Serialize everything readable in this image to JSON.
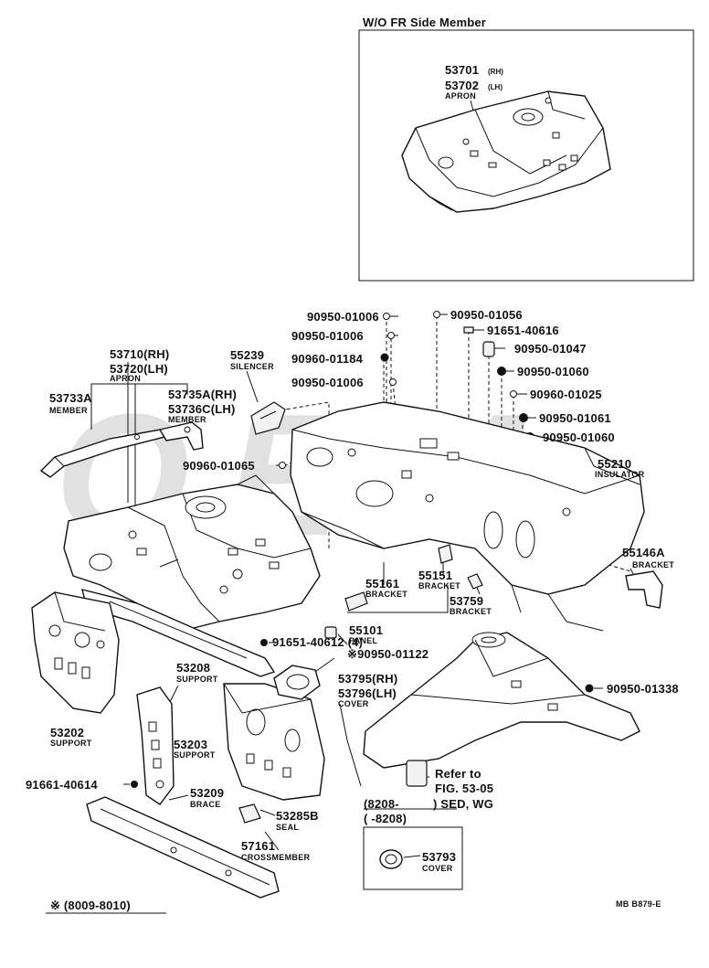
{
  "inset": {
    "title": "W/O FR Side Member",
    "part_rh": "53701",
    "part_lh": "53702",
    "rh": "(RH)",
    "lh": "(LH)",
    "name": "APRON"
  },
  "watermark": "OEM",
  "labels": [
    {
      "id": "p-53710",
      "text": "53710(RH)"
    },
    {
      "id": "p-53720",
      "text": "53720(LH)"
    },
    {
      "id": "n-53710",
      "text": "APRON"
    },
    {
      "id": "p-53733A",
      "text": "53733A"
    },
    {
      "id": "n-53733A",
      "text": "MEMBER"
    },
    {
      "id": "p-53735A",
      "text": "53735A(RH)"
    },
    {
      "id": "p-53736C",
      "text": "53736C(LH)"
    },
    {
      "id": "n-53735A",
      "text": "MEMBER"
    },
    {
      "id": "p-55239",
      "text": "55239"
    },
    {
      "id": "n-55239",
      "text": "SILENCER"
    },
    {
      "id": "f-01006a",
      "text": "90950-01006"
    },
    {
      "id": "f-01006b",
      "text": "90950-01006"
    },
    {
      "id": "f-01184",
      "text": "90960-01184"
    },
    {
      "id": "f-01006c",
      "text": "90950-01006"
    },
    {
      "id": "f-01065",
      "text": "90960-01065"
    },
    {
      "id": "f-01056",
      "text": "90950-01056"
    },
    {
      "id": "f-40616",
      "text": "91651-40616"
    },
    {
      "id": "f-01047",
      "text": "90950-01047"
    },
    {
      "id": "f-01060a",
      "text": "90950-01060"
    },
    {
      "id": "f-01025",
      "text": "90960-01025"
    },
    {
      "id": "f-01061",
      "text": "90950-01061"
    },
    {
      "id": "f-01060b",
      "text": "90950-01060"
    },
    {
      "id": "p-55210",
      "text": "55210"
    },
    {
      "id": "n-55210",
      "text": "INSULATOR"
    },
    {
      "id": "p-55146A",
      "text": "55146A"
    },
    {
      "id": "n-55146A",
      "text": "BRACKET"
    },
    {
      "id": "p-55161",
      "text": "55161"
    },
    {
      "id": "n-55161",
      "text": "BRACKET"
    },
    {
      "id": "p-55151",
      "text": "55151"
    },
    {
      "id": "n-55151",
      "text": "BRACKET"
    },
    {
      "id": "p-53759",
      "text": "53759"
    },
    {
      "id": "n-53759",
      "text": "BRACKET"
    },
    {
      "id": "p-55101",
      "text": "55101"
    },
    {
      "id": "n-55101",
      "text": "PANEL"
    },
    {
      "id": "f-01122",
      "text": "※90950-01122"
    },
    {
      "id": "f-40612",
      "text": "91651-40612 (4)"
    },
    {
      "id": "p-53795",
      "text": "53795(RH)"
    },
    {
      "id": "p-53796",
      "text": "53796(LH)"
    },
    {
      "id": "n-53795",
      "text": "COVER"
    },
    {
      "id": "p-53208",
      "text": "53208"
    },
    {
      "id": "n-53208",
      "text": "SUPPORT"
    },
    {
      "id": "p-53202",
      "text": "53202"
    },
    {
      "id": "n-53202",
      "text": "SUPPORT"
    },
    {
      "id": "p-53203",
      "text": "53203"
    },
    {
      "id": "n-53203",
      "text": "SUPPORT"
    },
    {
      "id": "f-40614",
      "text": "91661-40614"
    },
    {
      "id": "p-53209",
      "text": "53209"
    },
    {
      "id": "n-53209",
      "text": "BRACE"
    },
    {
      "id": "p-53285B",
      "text": "53285B"
    },
    {
      "id": "n-53285B",
      "text": "SEAL"
    },
    {
      "id": "p-57161",
      "text": "57161"
    },
    {
      "id": "n-57161",
      "text": "CROSSMEMBER"
    },
    {
      "id": "f-01338",
      "text": "90950-01338"
    },
    {
      "id": "ref-1",
      "text": "Refer to"
    },
    {
      "id": "ref-2",
      "text": "FIG. 53-05"
    },
    {
      "id": "range-1",
      "text": "(8208-"
    },
    {
      "id": "range-2",
      "text": ") SED, WG"
    },
    {
      "id": "range-3",
      "text": "(        -8208)"
    },
    {
      "id": "p-53793",
      "text": "53793"
    },
    {
      "id": "n-53793",
      "text": "COVER"
    },
    {
      "id": "note",
      "text": "※  (8009-8010)"
    },
    {
      "id": "code",
      "text": "MB B879-E"
    }
  ]
}
